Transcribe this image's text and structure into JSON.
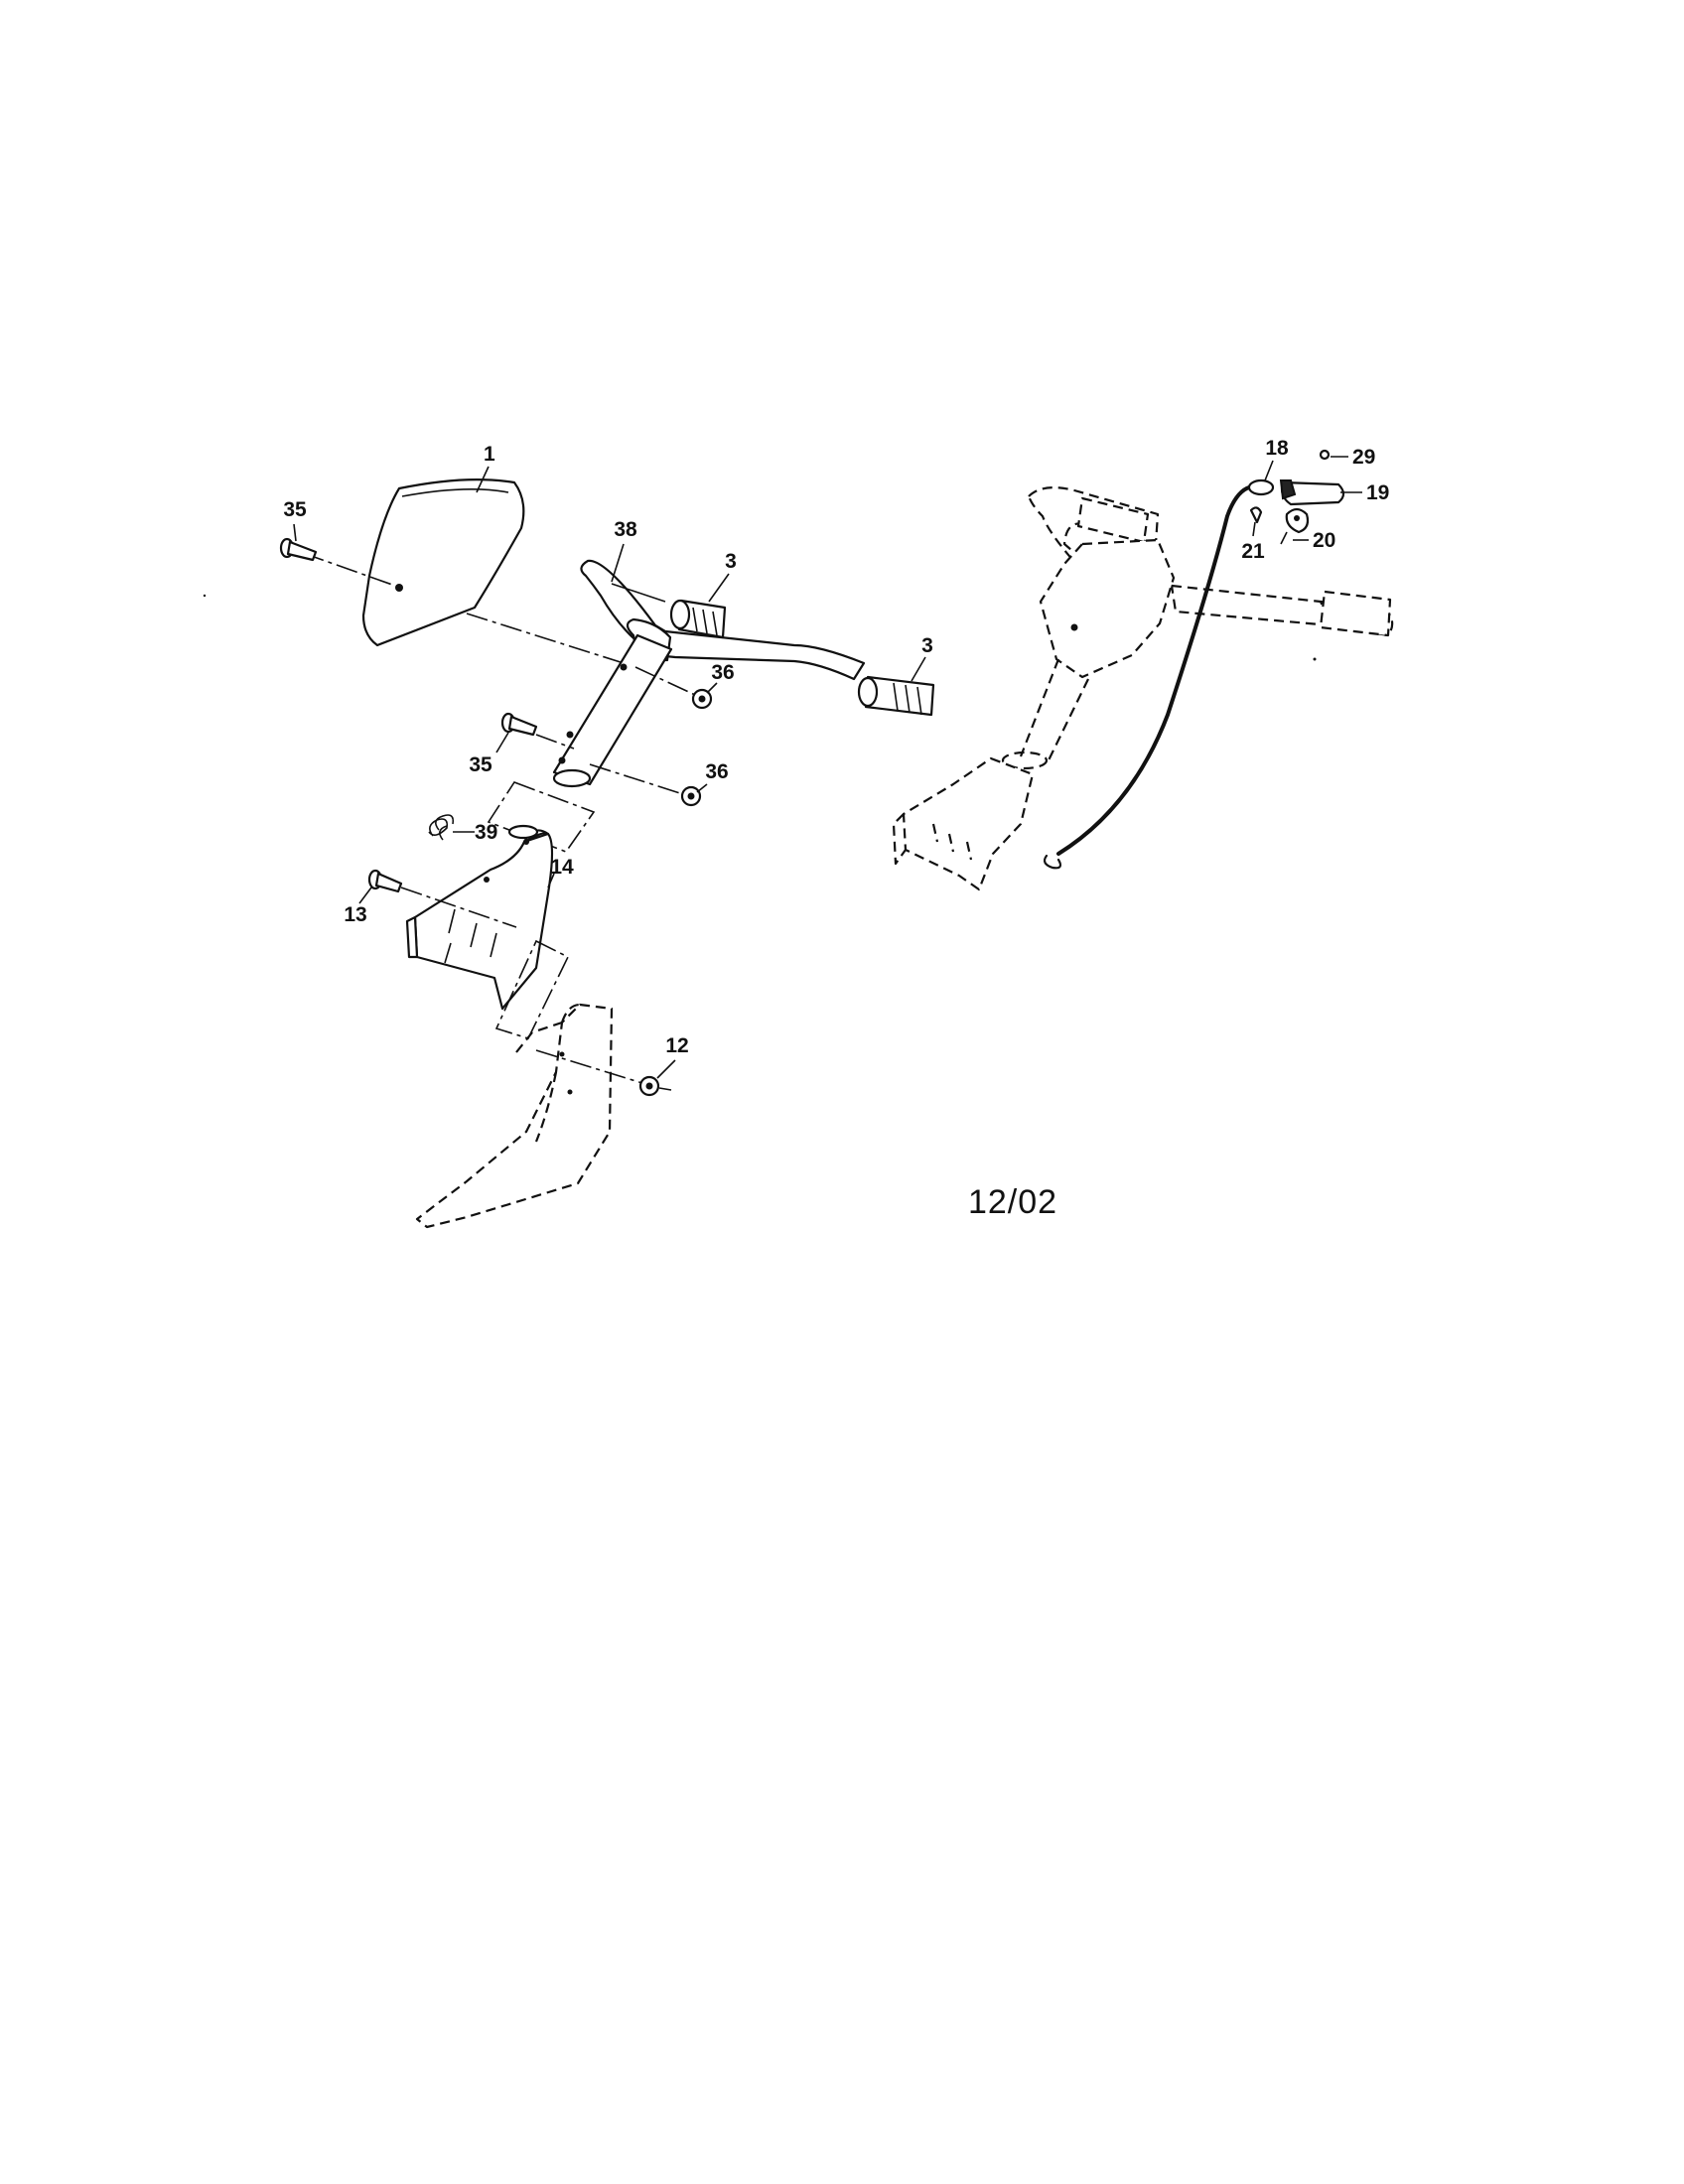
{
  "callouts": {
    "c1": "1",
    "c35a": "35",
    "c38": "38",
    "c3a": "3",
    "c3b": "3",
    "c36a": "36",
    "c35b": "35",
    "c36b": "36",
    "c39": "39",
    "c14": "14",
    "c13": "13",
    "c12": "12",
    "c18": "18",
    "c29": "29",
    "c19": "19",
    "c21": "21",
    "c20": "20"
  },
  "date_code": "12/02"
}
